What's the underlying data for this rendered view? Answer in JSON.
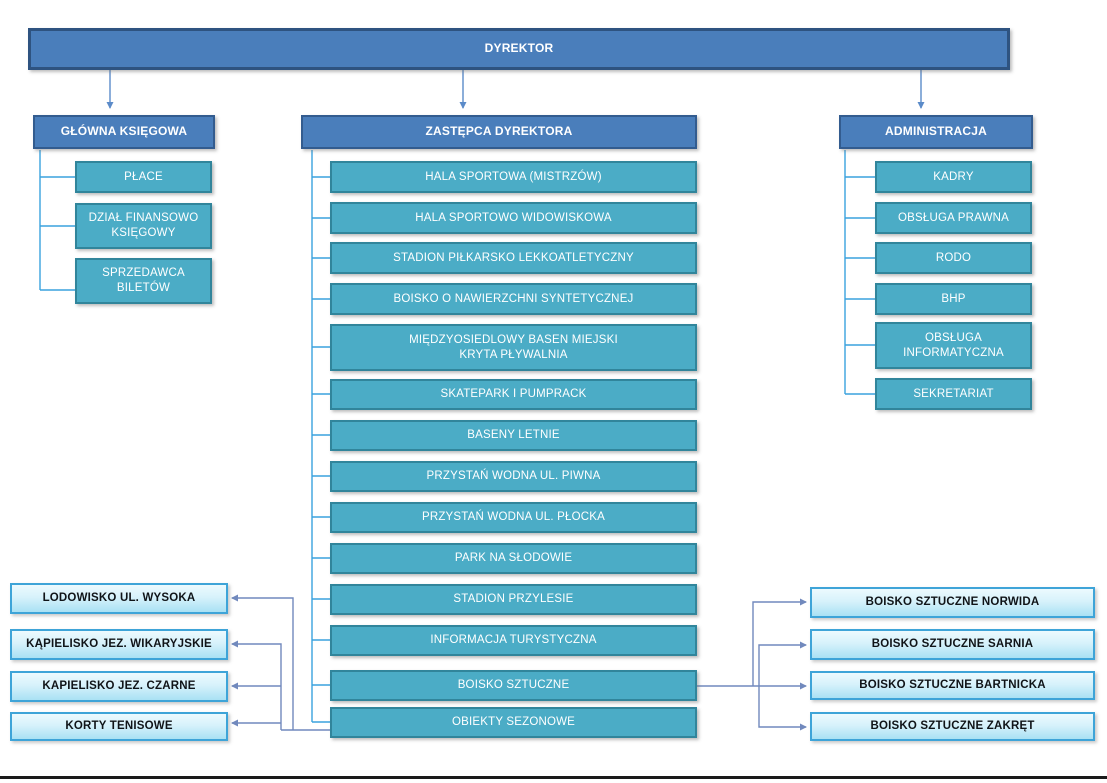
{
  "org": {
    "root": "DYREKTOR",
    "left": {
      "header": "GŁÓWNA KSIĘGOWA",
      "items": [
        "PŁACE",
        "DZIAŁ FINANSOWO\nKSIĘGOWY",
        "SPRZEDAWCA\nBILETÓW"
      ]
    },
    "center": {
      "header": "ZASTĘPCA DYREKTORA",
      "items": [
        "HALA SPORTOWA (MISTRZÓW)",
        "HALA SPORTOWO WIDOWISKOWA",
        "STADION PIŁKARSKO LEKKOATLETYCZNY",
        "BOISKO O NAWIERZCHNI SYNTETYCZNEJ",
        "MIĘDZYOSIEDLOWY BASEN MIEJSKI\nKRYTA PŁYWALNIA",
        "SKATEPARK I PUMPRACK",
        "BASENY LETNIE",
        "PRZYSTAŃ WODNA UL. PIWNA",
        "PRZYSTAŃ WODNA UL. PŁOCKA",
        "PARK NA SŁODOWIE",
        "STADION PRZYLESIE",
        "INFORMACJA TURYSTYCZNA",
        "BOISKO SZTUCZNE",
        "OBIEKTY SEZONOWE"
      ]
    },
    "right": {
      "header": "ADMINISTRACJA",
      "items": [
        "KADRY",
        "OBSŁUGA PRAWNA",
        "RODO",
        "BHP",
        "OBSŁUGA\nINFORMATYCZNA",
        "SEKRETARIAT"
      ]
    },
    "seasonal": {
      "items": [
        "LODOWISKO UL. WYSOKA",
        "KĄPIELISKO JEZ. WIKARYJSKIE",
        "KAPIELISKO JEZ. CZARNE",
        "KORTY TENISOWE"
      ]
    },
    "pitches": {
      "items": [
        "BOISKO SZTUCZNE NORWIDA",
        "BOISKO SZTUCZNE SARNIA",
        "BOISKO SZTUCZNE BARTNICKA",
        "BOISKO SZTUCZNE ZAKRĘT"
      ]
    }
  },
  "colors": {
    "header_fill": "#4a7ebb",
    "header_border": "#335c8f",
    "teal_fill": "#4bacc6",
    "teal_border": "#31859b",
    "light_fill_top": "#ecfafe",
    "light_fill_bottom": "#a9e1f4",
    "light_border": "#3ea4d8",
    "branch_line": "#3aa2de",
    "arrow_line": "#5b8bc9",
    "group_line": "#7189bd",
    "bottom_rule": "#1a1a1a"
  }
}
